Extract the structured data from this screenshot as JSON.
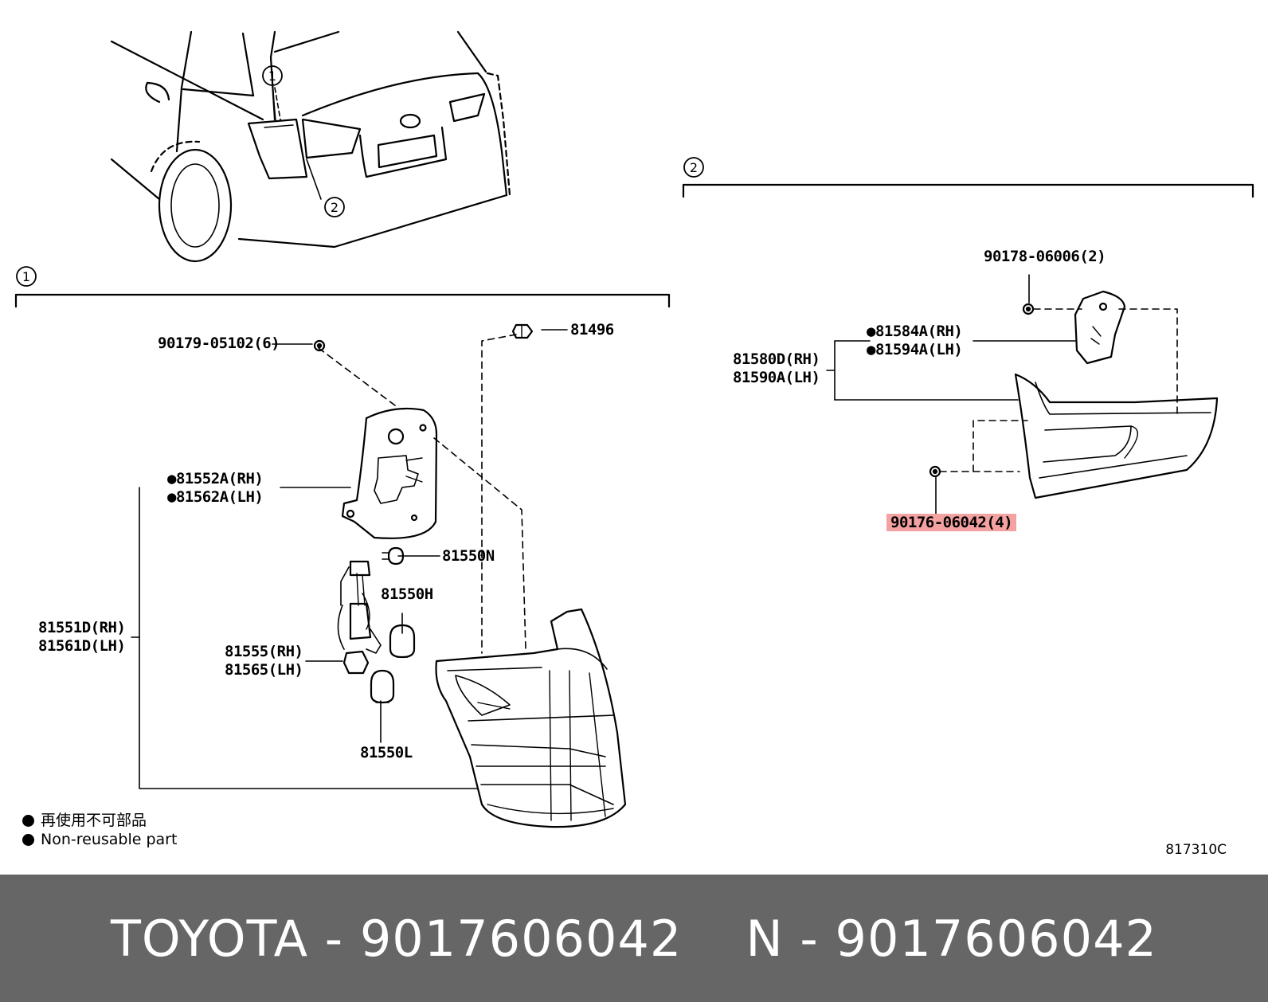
{
  "callouts": {
    "c1": "①",
    "c2": "②"
  },
  "labels": {
    "p90179": "90179-05102(6)",
    "p81496": "81496",
    "p81552": "●81552A(RH)",
    "p81562": "●81562A(LH)",
    "p81550N": "81550N",
    "p81550H": "81550H",
    "p81551": "81551D(RH)",
    "p81561": "81561D(LH)",
    "p81555": "81555(RH)",
    "p81565": "81565(LH)",
    "p81550L": "81550L",
    "p90178": "90178-06006(2)",
    "p81584": "●81584A(RH)",
    "p81594": "●81594A(LH)",
    "p81580": "81580D(RH)",
    "p81590": "81590A(LH)",
    "p90176": "90176-06042(4)"
  },
  "legend": {
    "jp": "再使用不可部品",
    "en": "Non-reusable part"
  },
  "illustration_code": "817310C",
  "footer": {
    "left": "TOYOTA - 9017606042",
    "right": "N - 9017606042"
  },
  "colors": {
    "highlight": "#f4a1a1",
    "footer_bg": "#666666",
    "footer_text": "#ffffff"
  }
}
